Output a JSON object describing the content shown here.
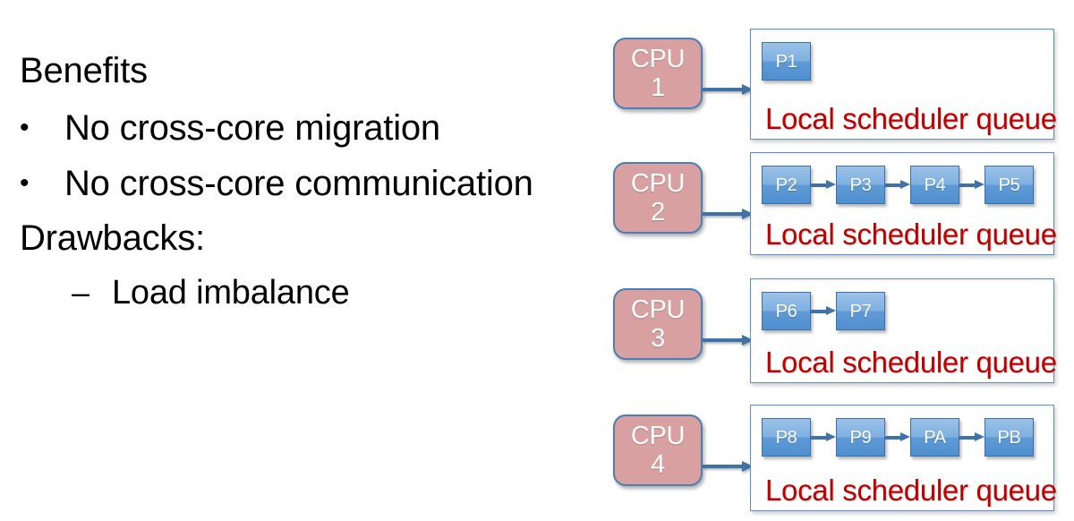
{
  "slide": {
    "background_color": "#ffffff",
    "text_column": {
      "benefits_heading": "Benefits",
      "benefits_bullets": [
        {
          "marker": "•",
          "text": "No cross-core migration"
        },
        {
          "marker": "•",
          "text": "No cross-core communication"
        }
      ],
      "drawbacks_heading": "Drawbacks:",
      "drawbacks_items": [
        {
          "marker": "–",
          "text": "Load imbalance"
        }
      ]
    },
    "diagram": {
      "queue_caption": "Local scheduler queue",
      "caption_color": "#c00000",
      "cpu_box_color": "#d8a0a0",
      "cpu_border_color": "#4a7eb5",
      "process_box_color": "#5f9ad6",
      "process_border_color": "#3b70ab",
      "arrow_color": "#3f72a8",
      "queue_border_color": "#5b8fc9",
      "rows": [
        {
          "cpu_label": "CPU",
          "cpu_number": "1",
          "caption": "Local scheduler queue",
          "processes": [
            "P1"
          ]
        },
        {
          "cpu_label": "CPU",
          "cpu_number": "2",
          "caption": "Local scheduler queue",
          "processes": [
            "P2",
            "P3",
            "P4",
            "P5"
          ]
        },
        {
          "cpu_label": "CPU",
          "cpu_number": "3",
          "caption": "Local scheduler queue",
          "processes": [
            "P6",
            "P7"
          ]
        },
        {
          "cpu_label": "CPU",
          "cpu_number": "4",
          "caption": "Local scheduler queue",
          "processes": [
            "P8",
            "P9",
            "PA",
            "PB"
          ]
        }
      ]
    }
  }
}
